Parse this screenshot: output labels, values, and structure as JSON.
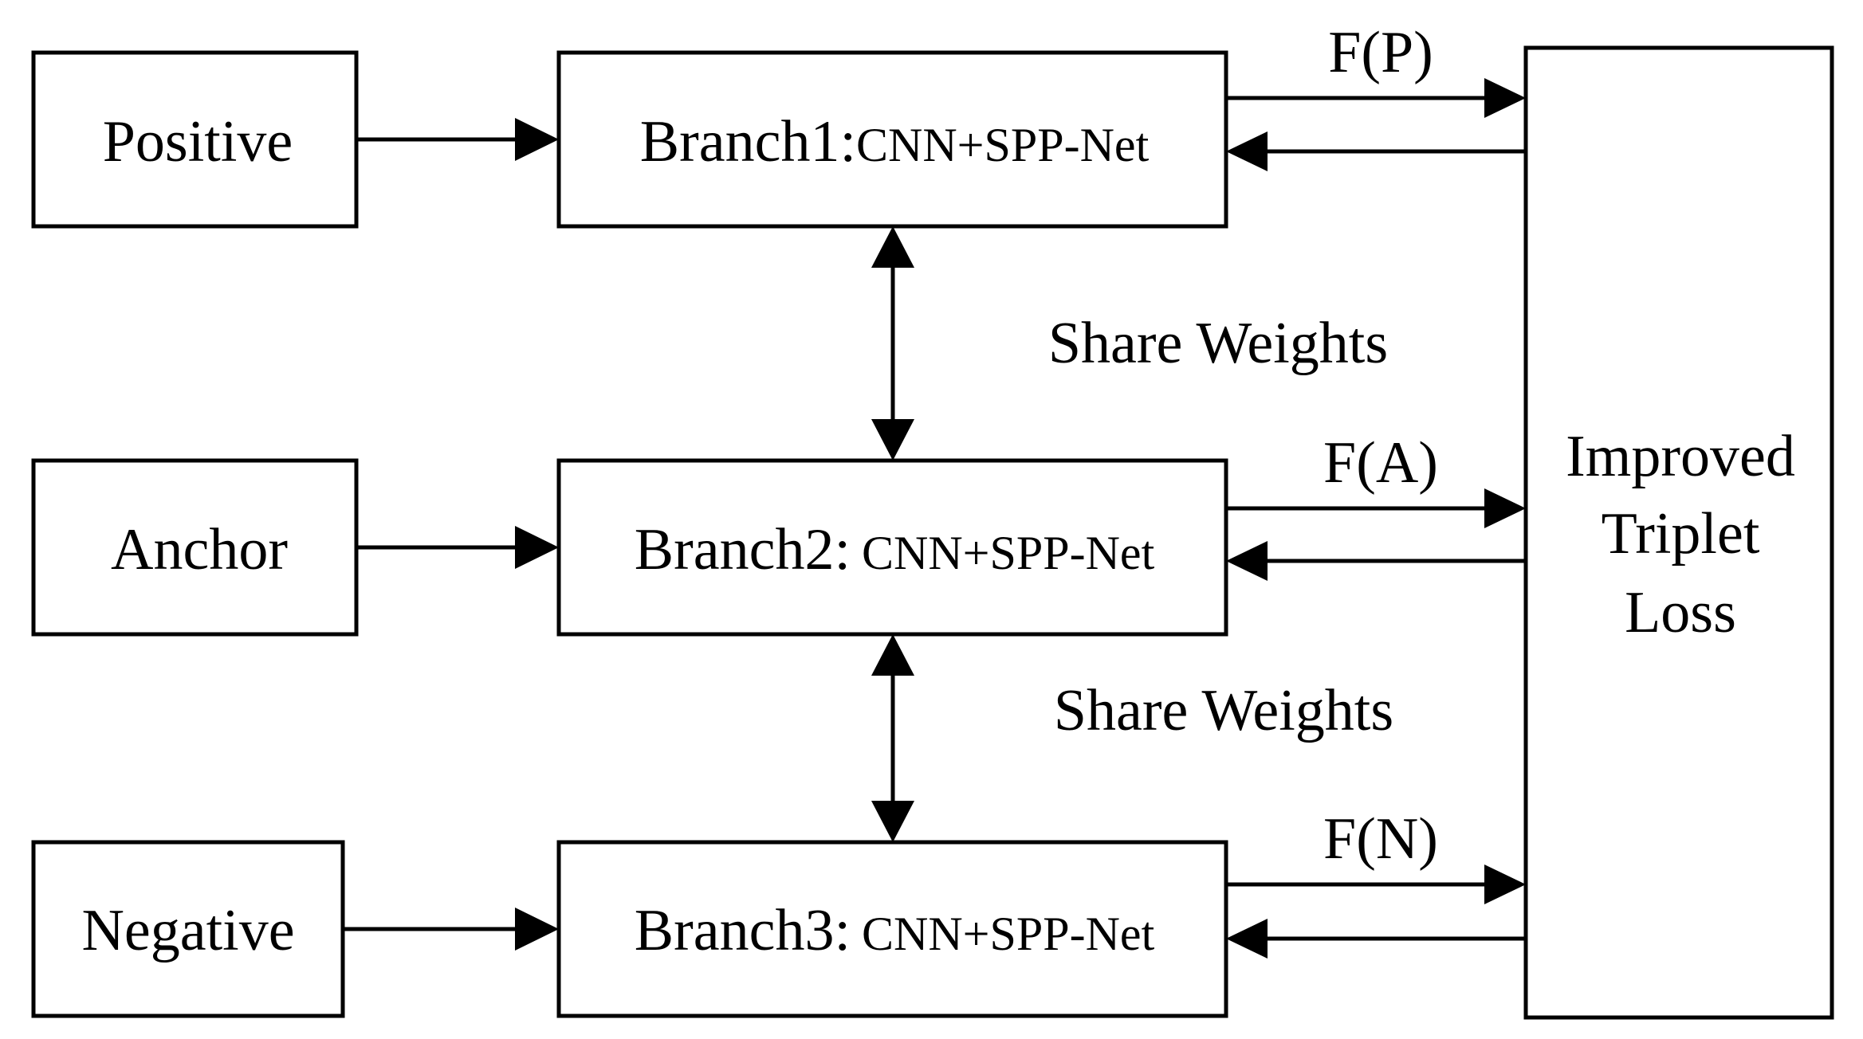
{
  "inputs": {
    "positive": "Positive",
    "anchor": "Anchor",
    "negative": "Negative"
  },
  "branches": {
    "b1_prefix": "Branch1:",
    "b1_suffix": "CNN+SPP-Net",
    "b2_prefix": "Branch2:",
    "b2_suffix": "CNN+SPP-Net",
    "b3_prefix": "Branch3:",
    "b3_suffix": "CNN+SPP-Net"
  },
  "features": {
    "fp": "F(P)",
    "fa": "F(A)",
    "fn": "F(N)"
  },
  "share": {
    "top": "Share Weights",
    "bottom": "Share Weights"
  },
  "loss": {
    "line1": "Improved",
    "line2": "Triplet",
    "line3": "Loss"
  }
}
